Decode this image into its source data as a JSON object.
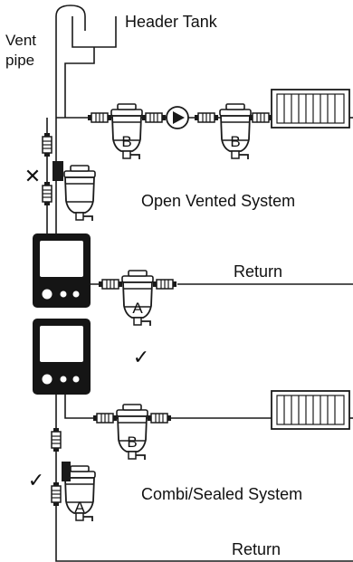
{
  "labels": {
    "header_tank": "Header Tank",
    "vent": "Vent",
    "pipe": "pipe",
    "open_vented_system": "Open Vented System",
    "return_upper": "Return",
    "combi_sealed_system": "Combi/Sealed System",
    "return_lower": "Return"
  },
  "filter_letters": {
    "upper_left": "B",
    "upper_right": "B",
    "vent_filter": "",
    "boiler_return": "A",
    "combi_flow": "B",
    "combi_side": "A"
  },
  "marks": {
    "vent_cross": "✕",
    "boiler_tick": "✓",
    "combi_tick": "✓"
  },
  "colors": {
    "line": "#1a1a1a",
    "boiler_body": "#151515",
    "screen": "#ffffff",
    "filter_fill": "#ffffff"
  }
}
